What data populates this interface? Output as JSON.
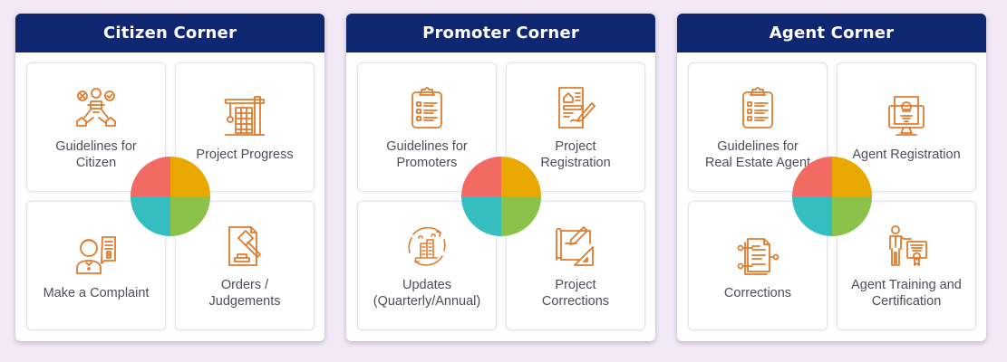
{
  "theme": {
    "background": "#f3e9f6",
    "header_bg": "#0f2670",
    "icon_color": "#e07b2e",
    "quadrant_colors": {
      "top_left": "#f26b63",
      "top_right": "#e8a800",
      "bottom_left": "#34bec0",
      "bottom_right": "#8bc34a"
    }
  },
  "panels": [
    {
      "title": "Citizen Corner",
      "cards": [
        {
          "label": "Guidelines for\nCitizen",
          "icon": "citizen-guidelines-icon"
        },
        {
          "label": "Project Progress",
          "icon": "construction-crane-icon"
        },
        {
          "label": "Make a Complaint",
          "icon": "complaint-person-icon"
        },
        {
          "label": "Orders /\nJudgements",
          "icon": "gavel-document-icon"
        }
      ]
    },
    {
      "title": "Promoter Corner",
      "cards": [
        {
          "label": "Guidelines for\nPromoters",
          "icon": "clipboard-checklist-icon"
        },
        {
          "label": "Project\nRegistration",
          "icon": "property-document-sign-icon"
        },
        {
          "label": "Updates\n(Quarterly/Annual)",
          "icon": "building-cycle-icon"
        },
        {
          "label": "Project\nCorrections",
          "icon": "blueprint-pencil-icon"
        }
      ]
    },
    {
      "title": "Agent Corner",
      "cards": [
        {
          "label": "Guidelines for\nReal Estate Agent",
          "icon": "clipboard-checklist-icon"
        },
        {
          "label": "Agent Registration",
          "icon": "monitor-profile-icon"
        },
        {
          "label": "Corrections",
          "icon": "document-edit-icon"
        },
        {
          "label": "Agent Training and\nCertification",
          "icon": "presenter-certificate-icon"
        }
      ]
    }
  ]
}
